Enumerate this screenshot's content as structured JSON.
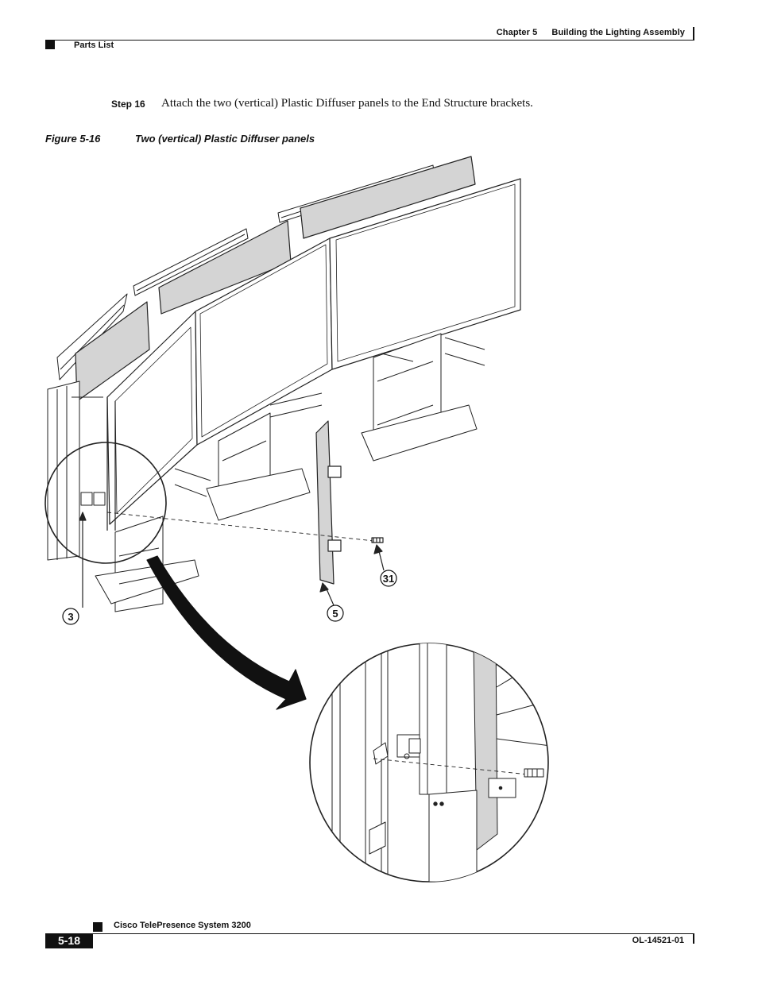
{
  "header": {
    "chapter": "Chapter 5",
    "chapter_title": "Building the Lighting Assembly",
    "section": "Parts List"
  },
  "step": {
    "label": "Step 16",
    "text": "Attach the two (vertical) Plastic Diffuser panels to the End Structure brackets."
  },
  "figure": {
    "number": "Figure 5-16",
    "title": "Two (vertical) Plastic Diffuser panels",
    "callouts": [
      "3",
      "5",
      "31"
    ]
  },
  "footer": {
    "page_number": "5-18",
    "product": "Cisco TelePresence System 3200",
    "doc_id": "OL-14521-01"
  }
}
